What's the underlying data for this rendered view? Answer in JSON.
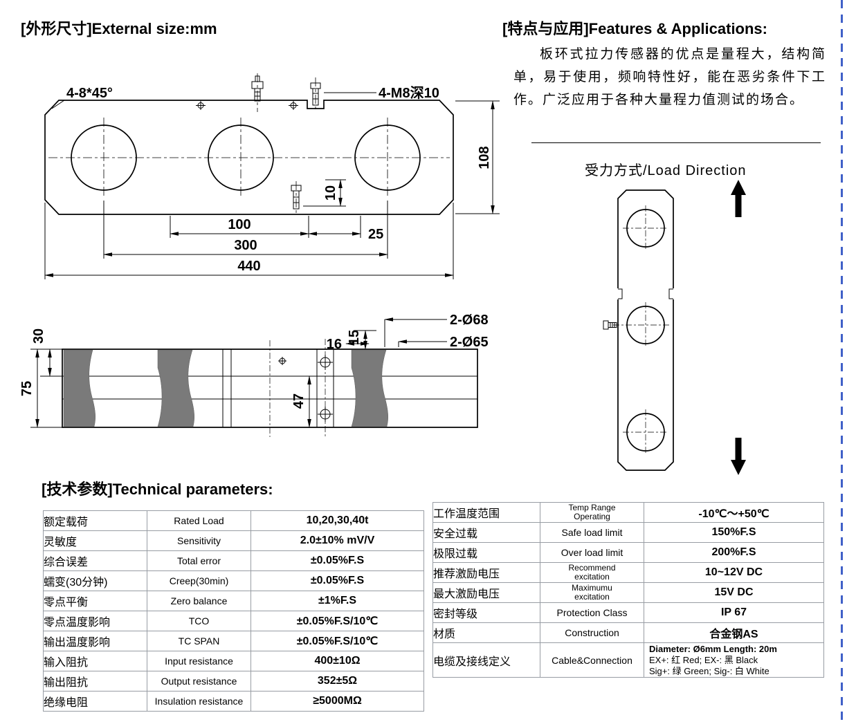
{
  "titles": {
    "external_size": "[外形尺寸]External size:mm",
    "features": "[特点与应用]Features & Applications:",
    "load_direction": "受力方式/Load Direction",
    "technical": "[技术参数]Technical parameters:"
  },
  "features_text": "板环式拉力传感器的优点是量程大，结构简单，易于使用，频响特性好，能在恶劣条件下工作。广泛应用于各种大量程力值测试的场合。",
  "drawing": {
    "front": {
      "chamfer": "4-8*45°",
      "bolt": "4-M8深10",
      "dim_108": "108",
      "dim_10": "10",
      "dim_100": "100",
      "dim_25": "25",
      "dim_300": "300",
      "dim_440": "440"
    },
    "side": {
      "dim_30": "30",
      "dim_75": "75",
      "dim_15": "15",
      "dim_16": "16",
      "dim_47": "47",
      "dim_2_68": "2-Ø68",
      "dim_2_65": "2-Ø65"
    }
  },
  "left_table": {
    "rows": [
      {
        "cn": "额定载荷",
        "en": "Rated Load",
        "value": "10,20,30,40t"
      },
      {
        "cn": "灵敏度",
        "en": "Sensitivity",
        "value": "2.0±10% mV/V"
      },
      {
        "cn": "综合误差",
        "en": "Total error",
        "value": "±0.05%F.S"
      },
      {
        "cn": "蠕变(30分钟)",
        "en": "Creep(30min)",
        "value": "±0.05%F.S"
      },
      {
        "cn": "零点平衡",
        "en": "Zero balance",
        "value": "±1%F.S"
      },
      {
        "cn": "零点温度影响",
        "en": "TCO",
        "value": "±0.05%F.S/10℃"
      },
      {
        "cn": "输出温度影响",
        "en": "TC SPAN",
        "value": "±0.05%F.S/10℃"
      },
      {
        "cn": "输入阻抗",
        "en": "Input resistance",
        "value": "400±10Ω"
      },
      {
        "cn": "输出阻抗",
        "en": "Output resistance",
        "value": "352±5Ω"
      },
      {
        "cn": "绝缘电阻",
        "en": "Insulation resistance",
        "value": "≥5000MΩ"
      }
    ]
  },
  "right_table": {
    "rows": [
      {
        "cn": "工作温度范围",
        "en": "Temp Range",
        "en2": "Operating",
        "value": "-10℃～+50℃"
      },
      {
        "cn": "安全过载",
        "en": "Safe load limit",
        "value": "150%F.S"
      },
      {
        "cn": "极限过载",
        "en": "Over load limit",
        "value": "200%F.S"
      },
      {
        "cn": "推荐激励电压",
        "en": "Recommend",
        "en2": "excitation",
        "value": "10~12V DC"
      },
      {
        "cn": "最大激励电压",
        "en": "Maximumu",
        "en2": "excitation",
        "value": "15V DC"
      },
      {
        "cn": "密封等级",
        "en": "Protection Class",
        "value": "IP 67"
      },
      {
        "cn": "材质",
        "en": "Construction",
        "value": "合金钢AS"
      },
      {
        "cn": "电缆及接线定义",
        "en": "Cable&Connection",
        "value_lines": [
          "Diameter: Ø6mm   Length: 20m",
          "EX+: 红  Red;  EX-: 黑  Black",
          "Sig+: 绿  Green;  Sig-: 白 White"
        ]
      }
    ]
  }
}
